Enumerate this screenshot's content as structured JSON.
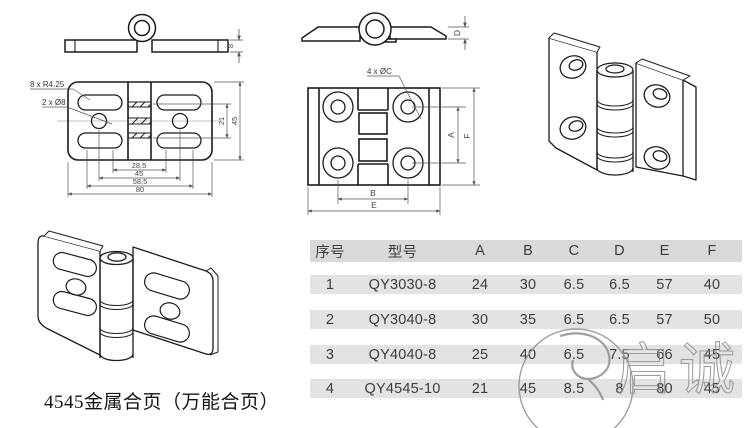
{
  "caption": "4545金属合页（万能合页）",
  "watermark": {
    "char_1": "启",
    "char_2": "诚"
  },
  "drawing_top_left": {
    "side_thickness": "8",
    "slot_label": "8 x R4.25",
    "hole_label": "2 x Ø8",
    "dim_28_5": "28.5",
    "dim_45_bottom": "45",
    "dim_58_5": "58.5",
    "dim_80": "80",
    "dim_21": "21",
    "dim_45_right": "45"
  },
  "drawing_top_middle": {
    "side_thickness": "D",
    "hole_label": "4 x ØC",
    "dim_a": "A",
    "dim_f": "F",
    "dim_b": "B",
    "dim_e": "E"
  },
  "table": {
    "headers": [
      "序号",
      "型号",
      "A",
      "B",
      "C",
      "D",
      "E",
      "F"
    ],
    "rows": [
      [
        "1",
        "QY3030-8",
        "24",
        "30",
        "6.5",
        "6.5",
        "57",
        "40"
      ],
      [
        "2",
        "QY3040-8",
        "30",
        "35",
        "6.5",
        "6.5",
        "57",
        "50"
      ],
      [
        "3",
        "QY4040-8",
        "25",
        "40",
        "6.5",
        "7.5",
        "66",
        "45"
      ],
      [
        "4",
        "QY4545-10",
        "21",
        "45",
        "8.5",
        "8",
        "80",
        "45"
      ]
    ]
  },
  "colors": {
    "outline": "#1c1c1c",
    "dimension_line": "#555555",
    "table_band": "#e3e3e3",
    "table_header_band": "#d9d9d9",
    "watermark": "#8f8f8f"
  }
}
